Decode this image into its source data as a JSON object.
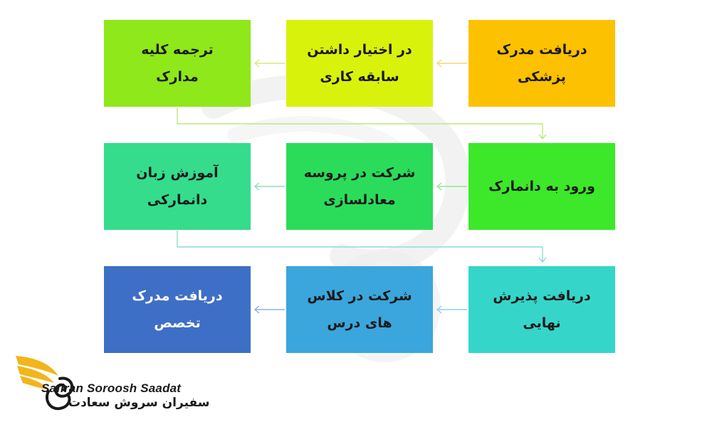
{
  "colors": {
    "box1": "#fcc100",
    "box2": "#d9f20c",
    "box3": "#8ee81a",
    "box4": "#3ce829",
    "box5": "#2bdc5a",
    "box6": "#34dc8c",
    "box7": "#35d6c9",
    "box8": "#3aa6dc",
    "box9": "#3e6fc6",
    "connector": "#cfe89a",
    "logo_gold": "#f2b51b"
  },
  "steps": [
    {
      "label": "دریافت مدرک\nپزشکی",
      "text_color": "#1a1a1a"
    },
    {
      "label": "در اختیار داشتن\nسابقه کاری",
      "text_color": "#1a1a1a"
    },
    {
      "label": "ترجمه کلیه\nمدارک",
      "text_color": "#1a1a1a"
    },
    {
      "label": "ورود به دانمارک",
      "text_color": "#1a1a1a"
    },
    {
      "label": "شرکت در پروسه\nمعادلسازی",
      "text_color": "#1a1a1a"
    },
    {
      "label": "آموزش زبان\nدانمارکی",
      "text_color": "#1a1a1a"
    },
    {
      "label": "دریافت پذیرش\nنهایی",
      "text_color": "#1a1a1a"
    },
    {
      "label": "شرکت در کلاس\nهای درس",
      "text_color": "#1a1a1a"
    },
    {
      "label": "دریافت مدرک\nتخصص",
      "text_color": "#ffffff"
    }
  ],
  "logo": {
    "name_en": "Safiran Soroosh Saadat",
    "name_fa": "سفیران سروش سعادت",
    "icon": "golden-wing-logo-icon"
  }
}
